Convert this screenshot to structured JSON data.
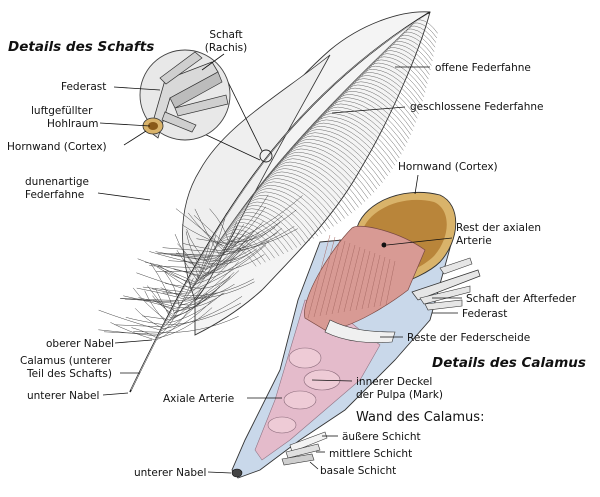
{
  "titles": {
    "shaft_details": "Details des Schafts",
    "calamus_details": "Details des Calamus",
    "calamus_wall": "Wand des Calamus:"
  },
  "labels": {
    "schaft": [
      "Schaft",
      "(Rachis)"
    ],
    "federast_top": "Federast",
    "luftgefuellter": [
      "luftgefüllter",
      "Hohlraum"
    ],
    "hornwand_left": "Hornwand (Cortex)",
    "dunenartige": [
      "dunenartige",
      "Federfahne"
    ],
    "oberer_nabel": "oberer Nabel",
    "calamus_unterer": [
      "Calamus (unterer",
      "Teil des Schafts)"
    ],
    "unterer_nabel_left": "unterer Nabel",
    "offene": "offene Federfahne",
    "geschlossene": "geschlossene Federfahne",
    "hornwand_right": "Hornwand (Cortex)",
    "rest_arterie": [
      "Rest der axialen",
      "Arterie"
    ],
    "schaft_afterfeder": "Schaft der Afterfeder",
    "federast_right": "Federast",
    "reste_federscheide": "Reste der Federscheide",
    "axiale_arterie": "Axiale Arterie",
    "innerer_deckel": [
      "innerer Deckel",
      "der Pulpa (Mark)"
    ],
    "aeussere_schicht": "äußere Schicht",
    "mittlere_schicht": "mittlere Schicht",
    "basale_schicht": "basale Schicht",
    "unterer_nabel_bottom": "unterer Nabel"
  },
  "colors": {
    "calamus_fill": "#c9d8ea",
    "pulpa_fill": "#e8b8c8",
    "cortex_fill": "#d9b36a",
    "cortex_dark": "#a57a2c",
    "pulp_core": "#d89a94",
    "ink": "#111111"
  }
}
